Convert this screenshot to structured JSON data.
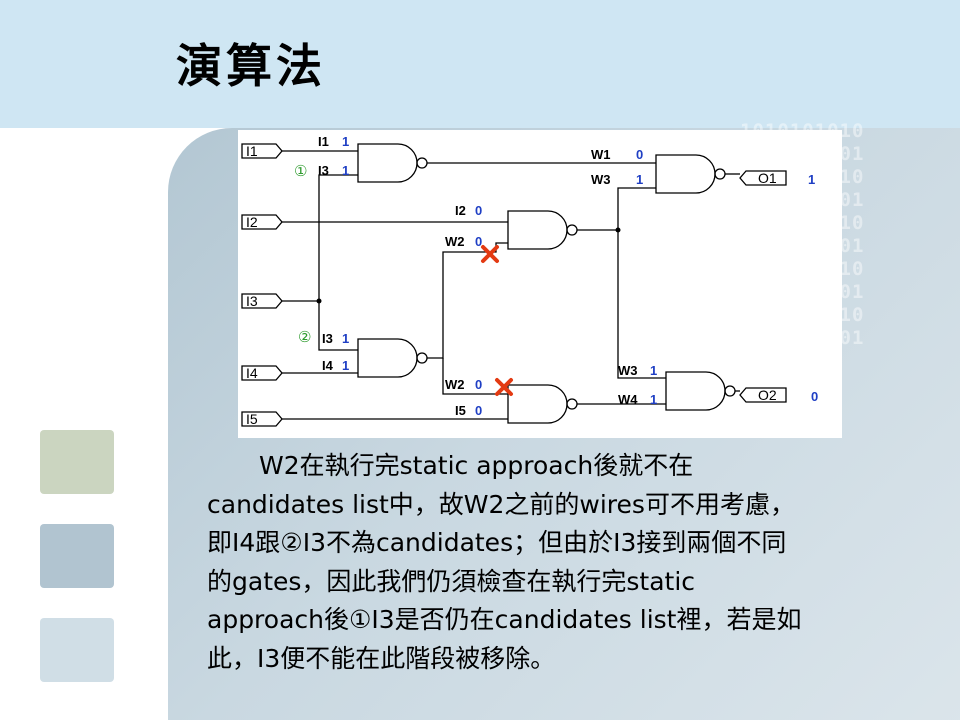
{
  "title": "演算法",
  "decoration_pattern": "1010101010",
  "circuit": {
    "inputs": [
      "I1",
      "I2",
      "I3",
      "I4",
      "I5"
    ],
    "outputs": [
      "O1",
      "O2"
    ],
    "output_values": {
      "O1": "1",
      "O2": "0"
    },
    "markers": {
      "first": "①",
      "second": "②"
    },
    "labels": {
      "g1_in_a": "I1",
      "g1_in_a_val": "1",
      "g1_in_b": "I3",
      "g1_in_b_val": "1",
      "g2_in_a": "I2",
      "g2_in_a_val": "0",
      "g2_in_b": "W2",
      "g2_in_b_val": "0",
      "g3_in_a": "I3",
      "g3_in_a_val": "1",
      "g3_in_b": "I4",
      "g3_in_b_val": "1",
      "g4_in_a": "W2",
      "g4_in_a_val": "0",
      "g4_in_b": "I5",
      "g4_in_b_val": "0",
      "g5_in_a": "W1",
      "g5_in_a_val": "0",
      "g5_in_b": "W3",
      "g5_in_b_val": "1",
      "g6_in_a": "W3",
      "g6_in_a_val": "1",
      "g6_in_b": "W4",
      "g6_in_b_val": "1"
    },
    "colors": {
      "value": "#1f3fc4",
      "marker": "#2e9b2e",
      "cross": "#e33a12"
    }
  },
  "body_lines": [
    "W2在執行完static approach後就不在",
    "candidates list中，故W2之前的wires可不用考慮，",
    "即I4跟②I3不為candidates；但由於I3接到兩個不同",
    "的gates，因此我們仍須檢查在執行完static",
    "approach後①I3是否仍在candidates list裡，若是如",
    "此，I3便不能在此階段被移除。"
  ]
}
